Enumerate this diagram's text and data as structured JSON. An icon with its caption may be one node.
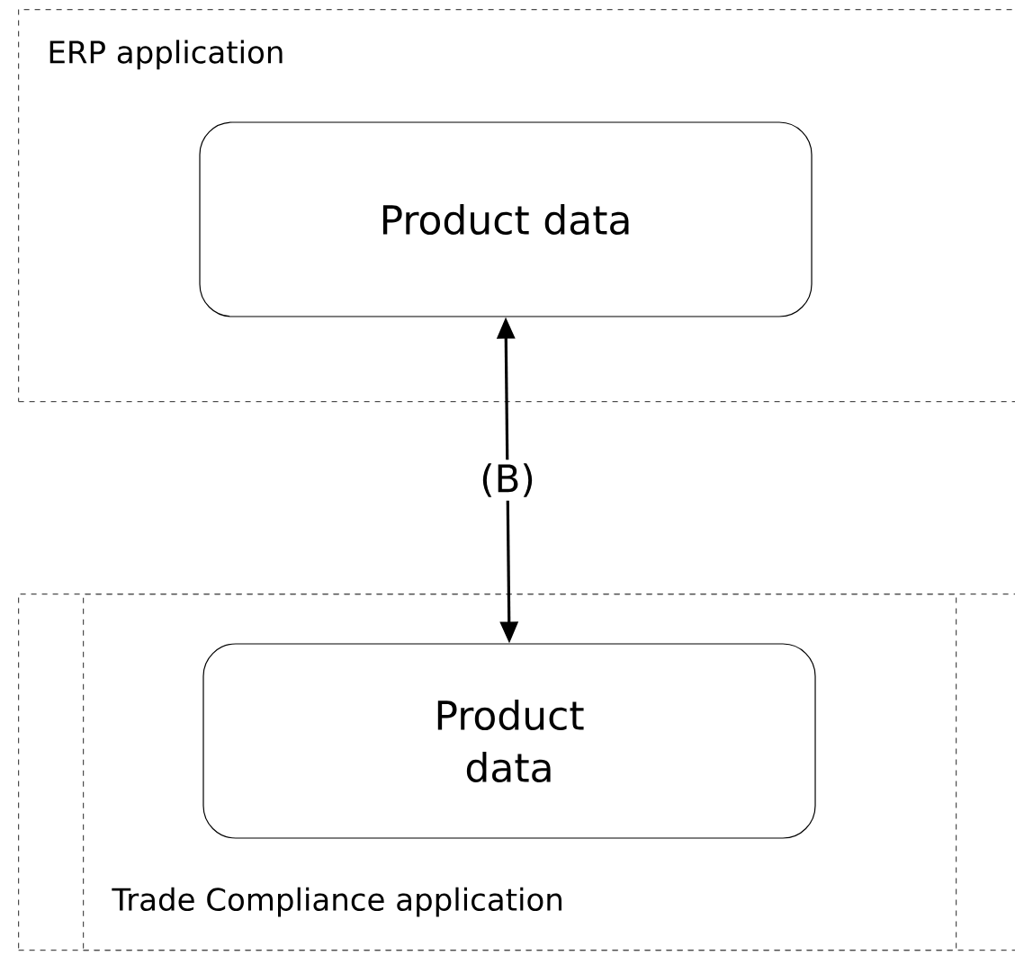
{
  "diagram": {
    "nodes": [
      {
        "text": [
          "ERP application"
        ]
      },
      {
        "text": [
          "Product data"
        ],
        "in": 0
      },
      {
        "text": [],
        "shape": "box"
      },
      {
        "text": [
          "Trade Compliance application"
        ],
        "in": 2
      },
      {
        "text": [
          "Product data"
        ],
        "in": 3
      }
    ],
    "edges": [
      {
        "from": 4,
        "to": 1,
        "arrow": "both",
        "label": "(B)"
      }
    ]
  }
}
